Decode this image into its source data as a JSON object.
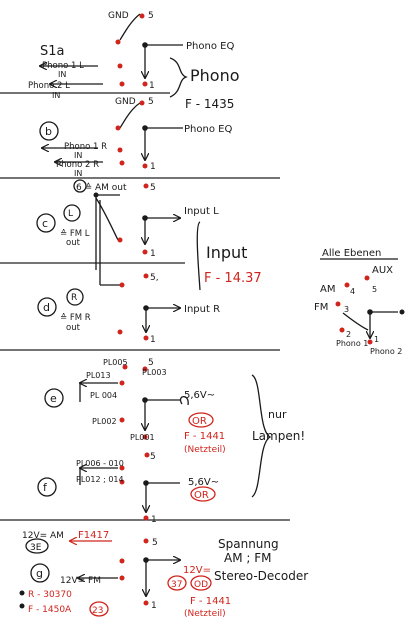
{
  "sections": {
    "phono": {
      "s1a": "S1a",
      "gnd": "GND",
      "pin5": "5",
      "pin1": "1",
      "out": "Phono EQ",
      "in1": "Phono 1 L",
      "in1_sub": "IN",
      "in2": "Phono 2 L",
      "in2_sub": "IN",
      "title": "Phono",
      "ref": "F - 1435",
      "b_label": "b",
      "b_gnd": "GND",
      "b_pin5": "5",
      "b_pin1": "1",
      "b_out": "Phono EQ",
      "b_in1": "Phono 1 R",
      "b_in1_sub": "IN",
      "b_in2": "Phono 2 R",
      "b_in2_sub": "IN"
    },
    "input": {
      "top_label": "6 ≙ AM out",
      "top_pin": "5",
      "c_label": "c",
      "c_circle": "L",
      "c_side": "≙ FM L",
      "c_side_sub": "out",
      "c_out": "Input L",
      "c_pin1": "1",
      "title": "Input",
      "ref": "F - 14.37",
      "d_pin5": "5,",
      "d_label": "d",
      "d_circle": "R",
      "d_side": "≙ FM R",
      "d_side_sub": "out",
      "d_out": "Input R",
      "d_pin1": "1"
    },
    "lamps": {
      "e_label": "e",
      "pl005": "PL005",
      "pin5": "5",
      "pl003": "PL003",
      "pl013": "PL013",
      "pl004": "PL 004",
      "pl002": "PL002",
      "pl001": "PL001",
      "pin1": "1",
      "volt": "5,6V~",
      "or": "OR",
      "ref": "F - 1441",
      "ref_sub": "(Netzteil)",
      "note": "nur",
      "note2": "Lampen!",
      "f_label": "f",
      "pl006": "PL006 - 010",
      "pl012": "PL012 ; 014",
      "f_pin5": "5",
      "f_volt": "5,6V~",
      "f_or": "OR",
      "f_pin1": "1"
    },
    "voltage": {
      "v_am": "12V= AM",
      "circle_3e": "3E",
      "ref_am": "F1417",
      "pin5": "5",
      "title": "Spannung",
      "title2": "AM ; FM",
      "g_label": "g",
      "v_fm": "12V= FM",
      "v_right": "12V=",
      "circle_37": "37",
      "circle_od": "OD",
      "decoder": "Stereo-Decoder",
      "ref_dec": "F - 1441",
      "ref_dec_sub": "(Netzteil)",
      "ref_r": "R - 30370",
      "ref_f": "F - 1450A",
      "circle_23": "23",
      "pin1": "1"
    },
    "side": {
      "title": "Alle Ebenen",
      "aux": "AUX",
      "am": "AM",
      "am_pin": "4",
      "aux_pin": "5",
      "fm": "FM",
      "fm_pin": "3",
      "phono1": "Phono 1",
      "phono1_pin": "2",
      "phono2": "Phono 2",
      "phono2_pin": "1"
    }
  }
}
